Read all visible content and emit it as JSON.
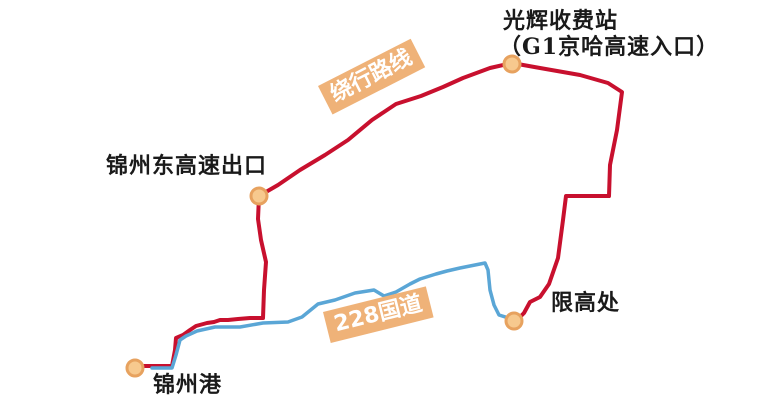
{
  "colors": {
    "detour_route": "#c8102e",
    "national_road": "#5aa6d6",
    "node_fill": "#f7c98e",
    "node_stroke": "#e7a25f",
    "badge_bg": "#efb278",
    "badge_text": "#ffffff"
  },
  "places": {
    "toll_station_name": "光辉收费站",
    "toll_station_note": "（G1京哈高速入口）",
    "jinzhou_east_exit": "锦州东高速出口",
    "height_limit": "限高处",
    "jinzhou_port": "锦州港"
  },
  "badges": {
    "detour": "绕行路线",
    "national_road": "228国道"
  }
}
